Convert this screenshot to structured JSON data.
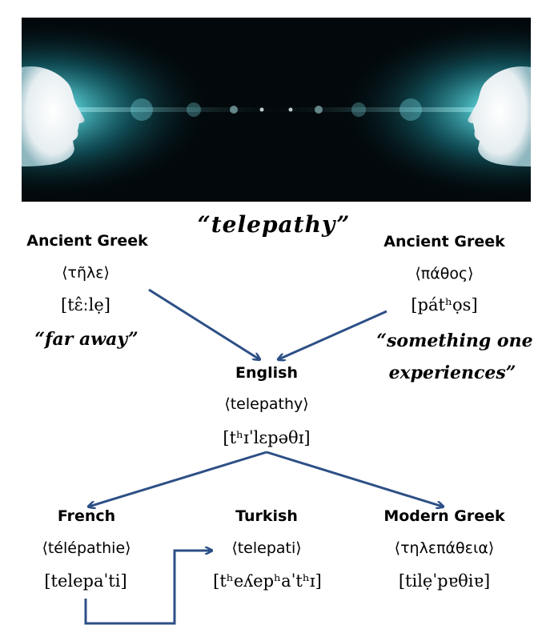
{
  "title": "“telepathy”",
  "source_left": {
    "language": "Ancient Greek",
    "orthography": "⟨τῆλε⟩",
    "ipa": "[tɛ̂ːlẹ]",
    "gloss": "“far away”"
  },
  "source_right": {
    "language": "Ancient Greek",
    "orthography": "⟨πάθος⟩",
    "ipa": "[pátʰọs]",
    "gloss_line1": "“something one",
    "gloss_line2": "experiences”"
  },
  "english": {
    "language": "English",
    "orthography": "⟨telepathy⟩",
    "ipa": "[tʰɪˈlɛpəθɪ]"
  },
  "french": {
    "language": "French",
    "orthography": "⟨télépathie⟩",
    "ipa": "[telepaˈti]"
  },
  "turkish": {
    "language": "Turkish",
    "orthography": "⟨telepati⟩",
    "ipa": "[tʰeʎepʰaˈtʰɪ]"
  },
  "modern_greek": {
    "language": "Modern Greek",
    "orthography": "⟨τηλεπάθεια⟩",
    "ipa": "[tilẹˈpɐθiɐ]"
  },
  "colors": {
    "arrow": "#2c4f86",
    "hero_bg": "#02080b",
    "glow": "#2fb9c2",
    "face": "#eef2f4"
  },
  "hero_icons": [
    "face-left-icon",
    "face-right-icon",
    "light-beam-icon"
  ]
}
